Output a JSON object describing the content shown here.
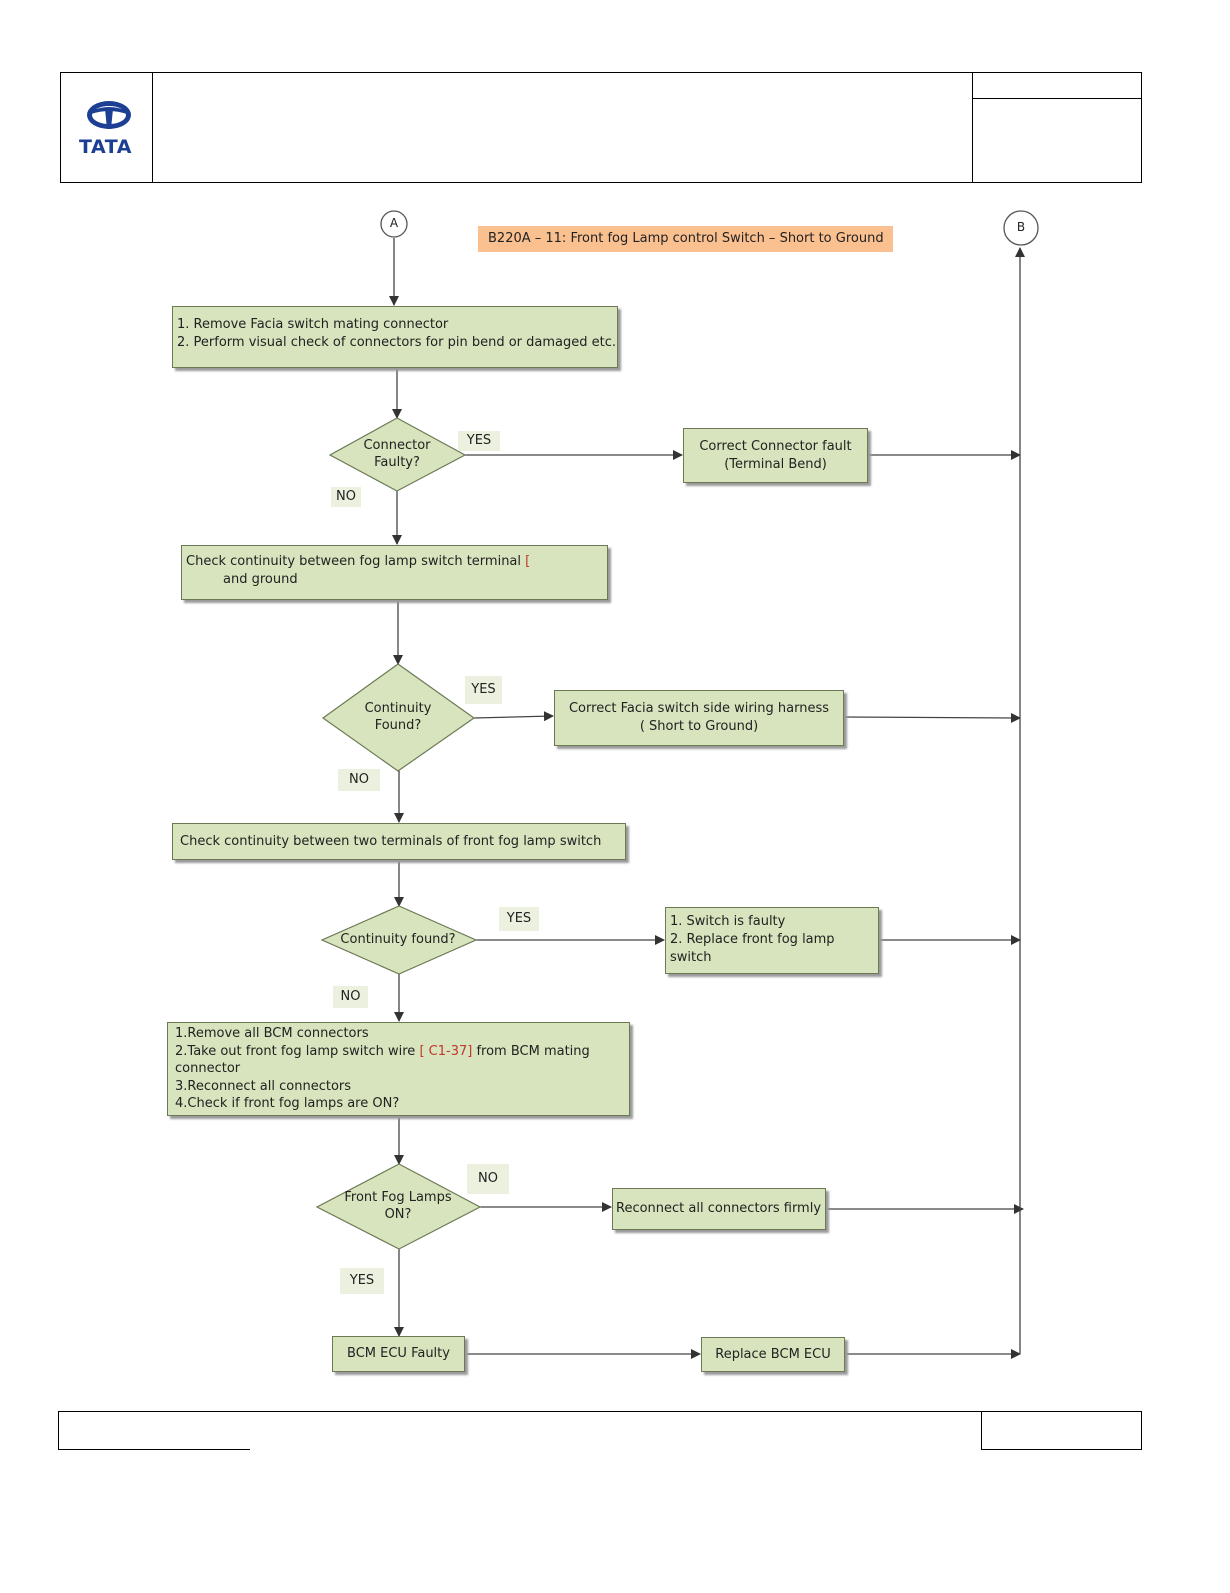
{
  "header": {
    "brand": "TATA"
  },
  "banner": {
    "title": "B220A – 11: Front fog Lamp control Switch – Short to Ground"
  },
  "connectors": {
    "a": "A",
    "b": "B"
  },
  "steps": {
    "s1": {
      "line1": "1. Remove Facia switch mating connector",
      "line2": "2. Perform visual check of connectors for pin bend or damaged etc."
    },
    "s2": {
      "line1_pre": "Check continuity between fog lamp switch terminal",
      "line1_red": "[",
      "line2": "and  ground"
    },
    "s3": {
      "text": "Check continuity between two  terminals of front fog lamp  switch"
    },
    "s4": {
      "line1": "1.Remove all BCM connectors",
      "line2_pre": "2.Take out front fog lamp switch wire ",
      "line2_red": "[ C1-37]",
      "line2_post": " from  BCM mating",
      "line3": "connector",
      "line4": "3.Reconnect all connectors",
      "line5": "4.Check if front fog lamps are ON?"
    },
    "s5": {
      "text": "BCM ECU Faulty"
    }
  },
  "decisions": {
    "d1": {
      "line1": "Connector",
      "line2": "Faulty?"
    },
    "d2": {
      "line1": "Continuity",
      "line2": "Found?"
    },
    "d3": {
      "line1": "Continuity found?"
    },
    "d4": {
      "line1": "Front Fog Lamps",
      "line2": "ON?"
    }
  },
  "actions": {
    "a1": {
      "line1": "Correct Connector fault",
      "line2": "(Terminal Bend)"
    },
    "a2": {
      "line1": "Correct Facia switch side wiring harness",
      "line2": "( Short to Ground)"
    },
    "a3": {
      "line1": "1. Switch is faulty",
      "line2": "2. Replace front fog lamp",
      "line3": "switch"
    },
    "a4": {
      "text": "Reconnect all connectors firmly"
    },
    "a5": {
      "text": "Replace BCM ECU"
    }
  },
  "labels": {
    "yes1": "YES",
    "no1": "NO",
    "yes2": "YES",
    "no2": "NO",
    "yes3": "YES",
    "no3": "NO",
    "no4": "NO",
    "yes4": "YES"
  },
  "colors": {
    "box_fill": "#d7e4bd",
    "label_fill": "#ebf1de",
    "banner_fill": "#fac090",
    "logo_blue": "#1c3f94",
    "highlight_red": "#c0392b"
  }
}
